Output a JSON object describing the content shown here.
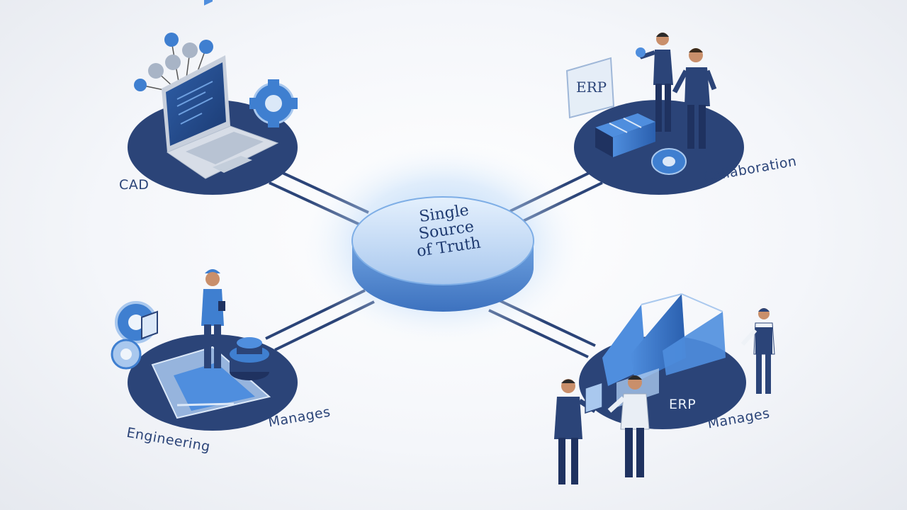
{
  "hub": {
    "line1": "Single",
    "line2": "Source",
    "line3": "of Truth"
  },
  "nodes": {
    "top_left": {
      "label": "CAD"
    },
    "top_right": {
      "label": "Collaboration",
      "sign_text": "ERP"
    },
    "bottom_left": {
      "label": "Engineering",
      "sub_label": "Manages"
    },
    "bottom_right": {
      "label": "ERP",
      "sub_label": "Manages"
    }
  },
  "colors": {
    "platform": "#2b4478",
    "platform_dark": "#1f3260",
    "accent": "#3f7fd0",
    "light_accent": "#a9c8ee",
    "hub_glow": "#9cc6f5",
    "connector": "#2b4478"
  }
}
